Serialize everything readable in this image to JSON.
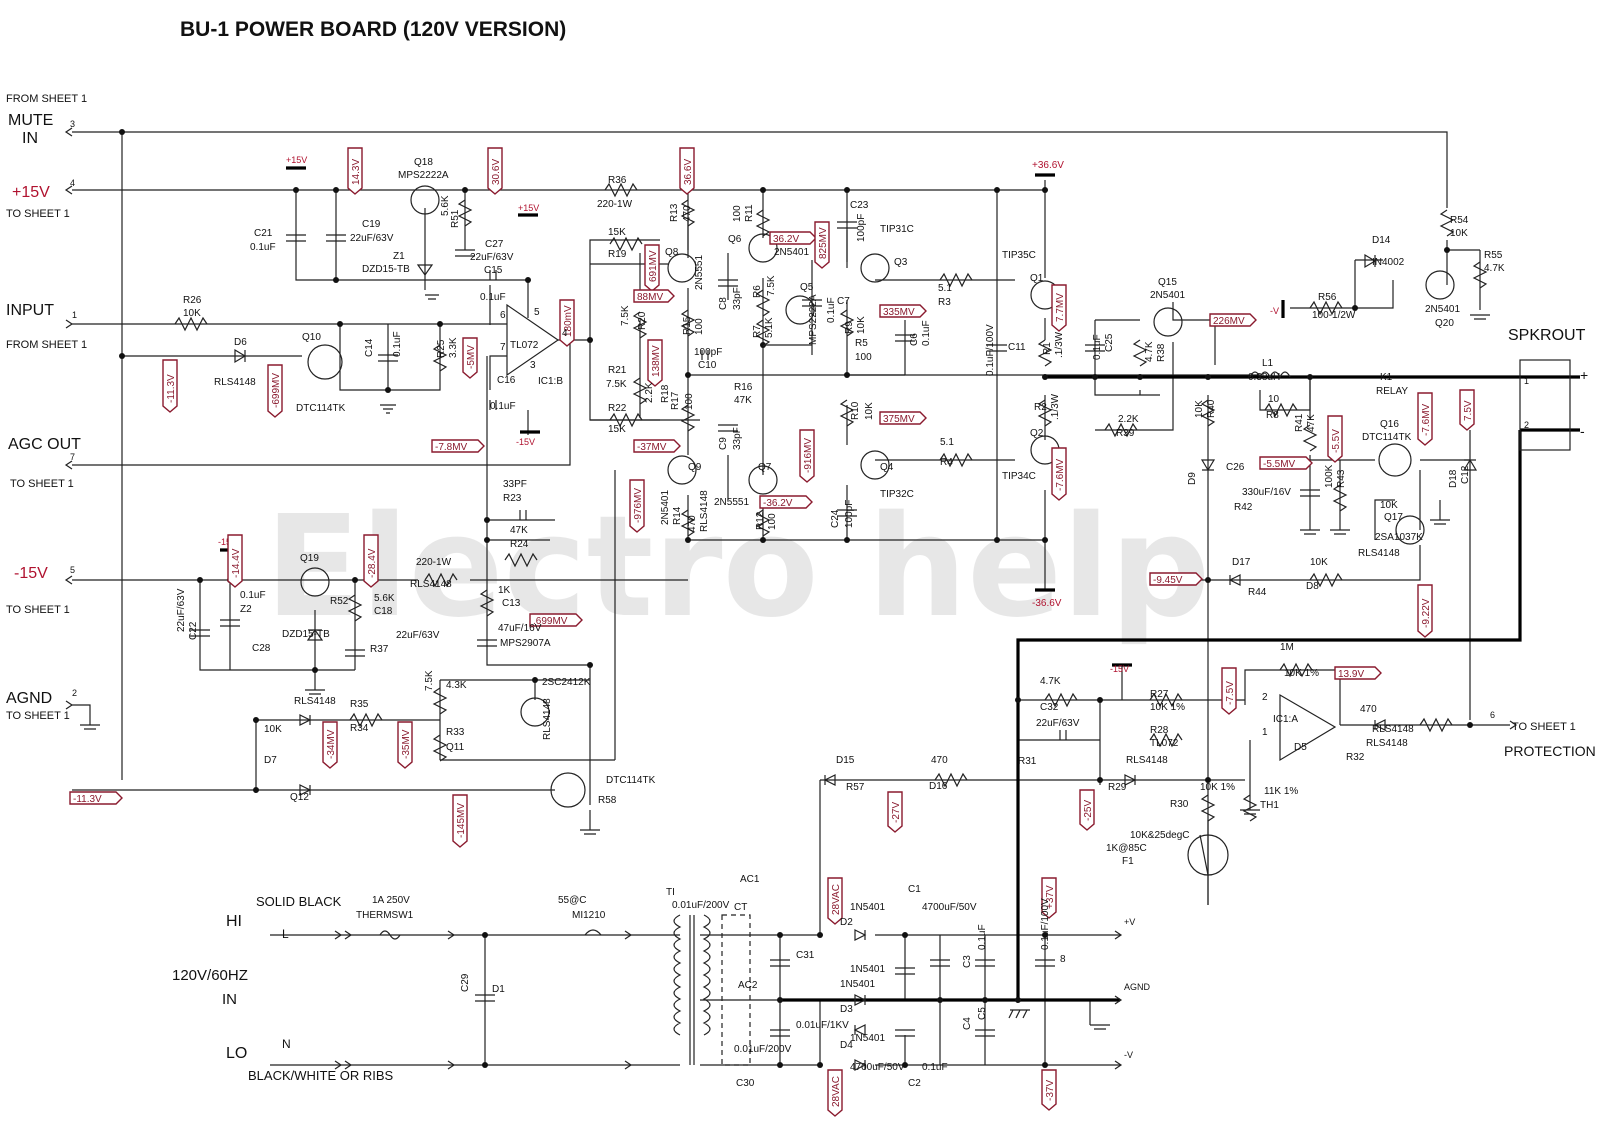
{
  "title": "BU-1 POWER BOARD (120V VERSION)",
  "watermark": "Electro help",
  "ports": {
    "from_sheet1_top": "FROM SHEET 1",
    "mute_in_1": "MUTE",
    "mute_in_2": "IN",
    "mute_pin": "3",
    "plus15_label": "+15V",
    "plus15_pin": "4",
    "to_sheet1_a": "TO SHEET 1",
    "input_label": "INPUT",
    "input_pin": "1",
    "from_sheet1_b": "FROM SHEET 1",
    "agc_label": "AGC OUT",
    "agc_pin": "7",
    "to_sheet1_b": "TO SHEET 1",
    "minus15_label": "-15V",
    "minus15_pin": "5",
    "to_sheet1_c": "TO SHEET 1",
    "agnd_label": "AGND",
    "agnd_pin": "2",
    "to_sheet1_d": "TO SHEET 1",
    "spkrout": "SPKROUT",
    "spk_plus": "+",
    "spk_minus": "-",
    "spk_pin1": "1",
    "spk_pin2": "2",
    "prot_pin": "6",
    "prot_to": "TO SHEET 1",
    "prot_label": "PROTECTION"
  },
  "power_in": {
    "hi": "HI",
    "lo": "LO",
    "solid_black": "SOLID BLACK",
    "L": "L",
    "N": "N",
    "black_white": "BLACK/WHITE OR RIBS",
    "mains1": "120V/60HZ",
    "mains2": "IN",
    "plusv": "+V",
    "minusv": "-V",
    "agnd": "AGND"
  },
  "rails": {
    "p15_a": "+15V",
    "p15_b": "+15V",
    "m15_a": "-15V",
    "m15_b": "-15V",
    "m15_c": "-15V",
    "p366": "+36.6V",
    "m366": "-36.6V",
    "mv": "-V"
  },
  "tags": [
    {
      "text": "14.3V"
    },
    {
      "text": "30.6V"
    },
    {
      "text": "36.6V"
    },
    {
      "text": "36.2V"
    },
    {
      "text": "825MV"
    },
    {
      "text": "691MV"
    },
    {
      "text": "88MV"
    },
    {
      "text": "180mV"
    },
    {
      "text": "-5MV"
    },
    {
      "text": "335MV"
    },
    {
      "text": "7.7MV"
    },
    {
      "text": "226MV"
    },
    {
      "text": "-11.3V"
    },
    {
      "text": "-699MV"
    },
    {
      "text": "138MV"
    },
    {
      "text": "375MV"
    },
    {
      "text": "-7.8MV"
    },
    {
      "text": "-37MV"
    },
    {
      "text": "-916MV"
    },
    {
      "text": "-976MV"
    },
    {
      "text": "-36.2V"
    },
    {
      "text": "-7.6MV"
    },
    {
      "text": "-5.5V"
    },
    {
      "text": "-5.5MV"
    },
    {
      "text": "-7.6MV"
    },
    {
      "text": "7.5V"
    },
    {
      "text": "-14.4V"
    },
    {
      "text": "-28.4V"
    },
    {
      "text": ".699MV"
    },
    {
      "text": "-9.45V"
    },
    {
      "text": "-9.22V"
    },
    {
      "text": "-34MV"
    },
    {
      "text": "-35MV"
    },
    {
      "text": "-11.3V"
    },
    {
      "text": "-145MV"
    },
    {
      "text": "-7.5V"
    },
    {
      "text": "13.9V"
    },
    {
      "text": "-27V"
    },
    {
      "text": "-25V"
    },
    {
      "text": "28VAC"
    },
    {
      "text": "+37V"
    },
    {
      "text": "28VAC"
    },
    {
      "text": "-37V"
    }
  ],
  "labels": [
    {
      "text": "Q18"
    },
    {
      "text": "MPS2222A"
    },
    {
      "text": "5.6K"
    },
    {
      "text": "R51"
    },
    {
      "text": "C21"
    },
    {
      "text": "0.1uF"
    },
    {
      "text": "C19"
    },
    {
      "text": "22uF/63V"
    },
    {
      "text": "Z1"
    },
    {
      "text": "DZD15-TB"
    },
    {
      "text": "C27"
    },
    {
      "text": "22uF/63V"
    },
    {
      "text": "C15"
    },
    {
      "text": "0.1uF"
    },
    {
      "text": "R36"
    },
    {
      "text": "220-1W"
    },
    {
      "text": "R13"
    },
    {
      "text": "470"
    },
    {
      "text": "15K"
    },
    {
      "text": "R19"
    },
    {
      "text": "Q8"
    },
    {
      "text": "2N5551"
    },
    {
      "text": "100"
    },
    {
      "text": "R11"
    },
    {
      "text": "Q6"
    },
    {
      "text": "2N5401"
    },
    {
      "text": "C23"
    },
    {
      "text": "100pF"
    },
    {
      "text": "TIP31C"
    },
    {
      "text": "Q3"
    },
    {
      "text": "R26"
    },
    {
      "text": "10K"
    },
    {
      "text": "D6"
    },
    {
      "text": "RLS4148"
    },
    {
      "text": "Q10"
    },
    {
      "text": "DTC114TK"
    },
    {
      "text": "C14"
    },
    {
      "text": "0.1uF"
    },
    {
      "text": "R25"
    },
    {
      "text": "3.3K"
    },
    {
      "text": "TL072"
    },
    {
      "text": "IC1:B"
    },
    {
      "text": "C16"
    },
    {
      "text": "0.1uF"
    },
    {
      "text": "7.5K"
    },
    {
      "text": "R20"
    },
    {
      "text": "R21"
    },
    {
      "text": "7.5K"
    },
    {
      "text": "R22"
    },
    {
      "text": "15K"
    },
    {
      "text": "2.2K"
    },
    {
      "text": "R18"
    },
    {
      "text": "R17"
    },
    {
      "text": "100"
    },
    {
      "text": "C10"
    },
    {
      "text": "100pF"
    },
    {
      "text": "R16"
    },
    {
      "text": "47K"
    },
    {
      "text": "R6"
    },
    {
      "text": "7.5K"
    },
    {
      "text": "Q5"
    },
    {
      "text": "MPS2222A"
    },
    {
      "text": "C7"
    },
    {
      "text": "0.1uF"
    },
    {
      "text": "R7"
    },
    {
      "text": "5.1K"
    },
    {
      "text": "R5"
    },
    {
      "text": "100"
    },
    {
      "text": "R9"
    },
    {
      "text": "10K"
    },
    {
      "text": "C6"
    },
    {
      "text": "0.1uF"
    },
    {
      "text": "C8"
    },
    {
      "text": "33pF"
    },
    {
      "text": "C9"
    },
    {
      "text": "33pF"
    },
    {
      "text": "R15"
    },
    {
      "text": "100"
    },
    {
      "text": "5.1"
    },
    {
      "text": "R3"
    },
    {
      "text": "Q1"
    },
    {
      "text": "TIP35C"
    },
    {
      "text": "0.1uF/100V"
    },
    {
      "text": "C11"
    },
    {
      "text": "R1"
    },
    {
      "text": ".1/3W"
    },
    {
      "text": "0.1uF"
    },
    {
      "text": "C25"
    },
    {
      "text": "4.7K"
    },
    {
      "text": "R38"
    },
    {
      "text": "Q15"
    },
    {
      "text": "2N5401"
    },
    {
      "text": "D14"
    },
    {
      "text": "IN4002"
    },
    {
      "text": "R54"
    },
    {
      "text": "10K"
    },
    {
      "text": "R55"
    },
    {
      "text": "4.7K"
    },
    {
      "text": "R56"
    },
    {
      "text": "100-1/2W"
    },
    {
      "text": "2N5401"
    },
    {
      "text": "Q20"
    },
    {
      "text": "L1"
    },
    {
      "text": "0.38uH"
    },
    {
      "text": "10"
    },
    {
      "text": "R8"
    },
    {
      "text": "K1"
    },
    {
      "text": "RELAY"
    },
    {
      "text": "R2"
    },
    {
      "text": ".1/3W"
    },
    {
      "text": "2.2K"
    },
    {
      "text": "R39"
    },
    {
      "text": "10K"
    },
    {
      "text": "R40"
    },
    {
      "text": "R41"
    },
    {
      "text": "47K"
    },
    {
      "text": "Q16"
    },
    {
      "text": "DTC114TK"
    },
    {
      "text": "5.1"
    },
    {
      "text": "R4"
    },
    {
      "text": "Q2"
    },
    {
      "text": "TIP34C"
    },
    {
      "text": "R10"
    },
    {
      "text": "10K"
    },
    {
      "text": "Q4"
    },
    {
      "text": "TIP32C"
    },
    {
      "text": "C24"
    },
    {
      "text": "100pF"
    },
    {
      "text": "Q7"
    },
    {
      "text": "2N5551"
    },
    {
      "text": "R12"
    },
    {
      "text": "100"
    },
    {
      "text": "Q9"
    },
    {
      "text": "2N5401"
    },
    {
      "text": "R14"
    },
    {
      "text": "470"
    },
    {
      "text": "RLS4148"
    },
    {
      "text": "D9"
    },
    {
      "text": "C26"
    },
    {
      "text": "330uF/16V"
    },
    {
      "text": "R42"
    },
    {
      "text": "100K"
    },
    {
      "text": "R43"
    },
    {
      "text": "10K"
    },
    {
      "text": "Q17"
    },
    {
      "text": "2SA1037K"
    },
    {
      "text": "RLS4148"
    },
    {
      "text": "D18"
    },
    {
      "text": "C12"
    },
    {
      "text": "33PF"
    },
    {
      "text": "R23"
    },
    {
      "text": "47K"
    },
    {
      "text": "R24"
    },
    {
      "text": "1K"
    },
    {
      "text": "C13"
    },
    {
      "text": "47uF/16V"
    },
    {
      "text": "MPS2907A"
    },
    {
      "text": "Q19"
    },
    {
      "text": "R52"
    },
    {
      "text": "5.6K"
    },
    {
      "text": "C18"
    },
    {
      "text": "22uF/63V"
    },
    {
      "text": "C22"
    },
    {
      "text": "0.1uF"
    },
    {
      "text": "Z2"
    },
    {
      "text": "DZD15-TB"
    },
    {
      "text": "C28"
    },
    {
      "text": "22uF/63V"
    },
    {
      "text": "R37"
    },
    {
      "text": "220-1W"
    },
    {
      "text": "RLS4148"
    },
    {
      "text": "D17"
    },
    {
      "text": "R44"
    },
    {
      "text": "10K"
    },
    {
      "text": "D8"
    },
    {
      "text": "RLS4148"
    },
    {
      "text": "10K"
    },
    {
      "text": "R35"
    },
    {
      "text": "R34"
    },
    {
      "text": "7.5K"
    },
    {
      "text": "4.3K"
    },
    {
      "text": "R33"
    },
    {
      "text": "Q11"
    },
    {
      "text": "2SC2412K"
    },
    {
      "text": "RLS4148"
    },
    {
      "text": "D7"
    },
    {
      "text": "Q12"
    },
    {
      "text": "DTC114TK"
    },
    {
      "text": "R58"
    },
    {
      "text": "4.7K"
    },
    {
      "text": "C32"
    },
    {
      "text": "22uF/63V"
    },
    {
      "text": "R31"
    },
    {
      "text": "1M"
    },
    {
      "text": "10K 1%"
    },
    {
      "text": "R27"
    },
    {
      "text": "10K 1%"
    },
    {
      "text": "R28"
    },
    {
      "text": "TL072"
    },
    {
      "text": "IC1:A"
    },
    {
      "text": "D5"
    },
    {
      "text": "RLS4148"
    },
    {
      "text": "R32"
    },
    {
      "text": "470"
    },
    {
      "text": "RLS4148"
    },
    {
      "text": "D15"
    },
    {
      "text": "R57"
    },
    {
      "text": "470"
    },
    {
      "text": "D16"
    },
    {
      "text": "RLS4148"
    },
    {
      "text": "R29"
    },
    {
      "text": "10K 1%"
    },
    {
      "text": "R30"
    },
    {
      "text": "11K 1%"
    },
    {
      "text": "TH1"
    },
    {
      "text": "10K&25degC"
    },
    {
      "text": "1K@85C"
    },
    {
      "text": "F1"
    },
    {
      "text": "1A 250V"
    },
    {
      "text": "THERMSW1"
    },
    {
      "text": "55@C"
    },
    {
      "text": "MI1210"
    },
    {
      "text": "TI"
    },
    {
      "text": "0.01uF/200V"
    },
    {
      "text": "AC1"
    },
    {
      "text": "CT"
    },
    {
      "text": "AC2"
    },
    {
      "text": "0.01uF/200V"
    },
    {
      "text": "C30"
    },
    {
      "text": "C31"
    },
    {
      "text": "0.01uF/1KV"
    },
    {
      "text": "C29"
    },
    {
      "text": "D1"
    },
    {
      "text": "1N5401"
    },
    {
      "text": "D2"
    },
    {
      "text": "1N5401"
    },
    {
      "text": "1N5401"
    },
    {
      "text": "D3"
    },
    {
      "text": "1N5401"
    },
    {
      "text": "D4"
    },
    {
      "text": "4700uF/50V"
    },
    {
      "text": "C1"
    },
    {
      "text": "4700uF/50V"
    },
    {
      "text": "C2"
    },
    {
      "text": "0.1uF"
    },
    {
      "text": "C3"
    },
    {
      "text": "0.1uF"
    },
    {
      "text": "C4"
    },
    {
      "text": "C5"
    },
    {
      "text": "0.1uF/100V"
    },
    {
      "text": "8"
    },
    {
      "text": "5"
    },
    {
      "text": "6"
    },
    {
      "text": "7"
    },
    {
      "text": "4"
    },
    {
      "text": "3"
    },
    {
      "text": "2"
    },
    {
      "text": "1"
    }
  ]
}
